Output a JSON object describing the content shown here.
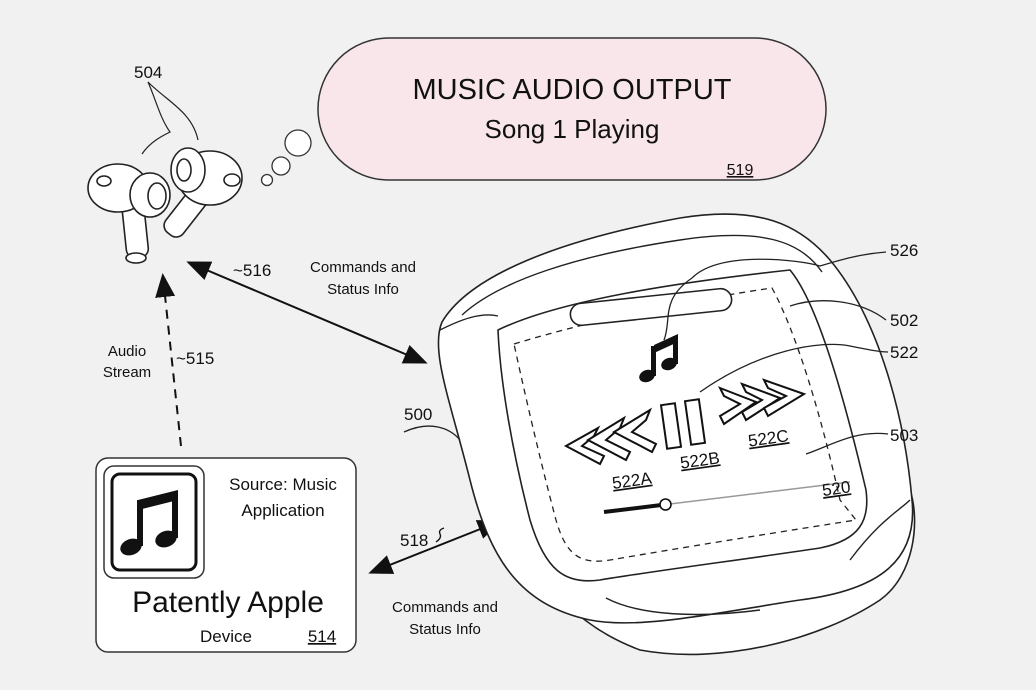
{
  "bubble": {
    "title": "MUSIC AUDIO OUTPUT",
    "subtitle": "Song 1 Playing",
    "ref": "519",
    "fill": "#f9e6ea"
  },
  "earbuds": {
    "ref": "504",
    "icon": "earbuds-icon"
  },
  "links": {
    "buds_case": {
      "ref": "~516",
      "text_line1": "Commands and",
      "text_line2": "Status Info"
    },
    "device_buds": {
      "ref": "~515",
      "text_line1": "Audio",
      "text_line2": "Stream"
    },
    "device_case": {
      "ref": "518",
      "text_line1": "Commands and",
      "text_line2": "Status Info"
    }
  },
  "device": {
    "source_line1": "Source: Music",
    "source_line2": "Application",
    "brand": "Patently Apple",
    "label": "Device",
    "ref": "514",
    "icon": "music-note-icon"
  },
  "case": {
    "ref_case": "500",
    "ref_top": "502",
    "ref_edge": "503",
    "ref_screen": "520",
    "ref_controls": "522",
    "ref_note": "526",
    "prev_ref": "522A",
    "pause_ref": "522B",
    "next_ref": "522C",
    "progress": 0.25,
    "icons": [
      "music-note-icon",
      "previous-icon",
      "pause-icon",
      "next-icon"
    ]
  }
}
